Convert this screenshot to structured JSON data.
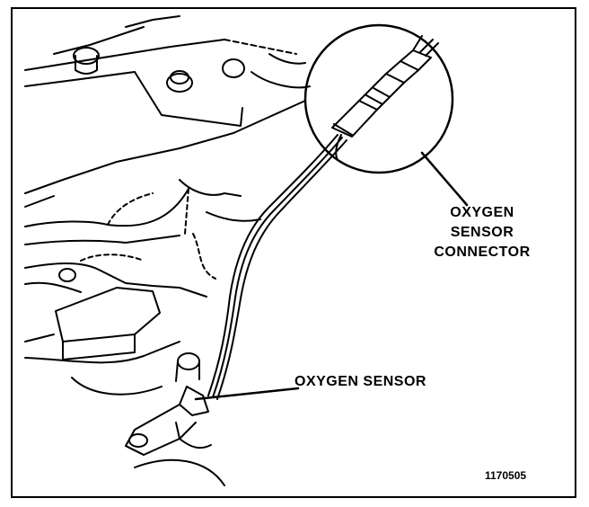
{
  "labels": {
    "connector_line1": "OXYGEN",
    "connector_line2": "SENSOR",
    "connector_line3": "CONNECTOR",
    "sensor": "OXYGEN SENSOR",
    "figure_code": "1170505"
  }
}
